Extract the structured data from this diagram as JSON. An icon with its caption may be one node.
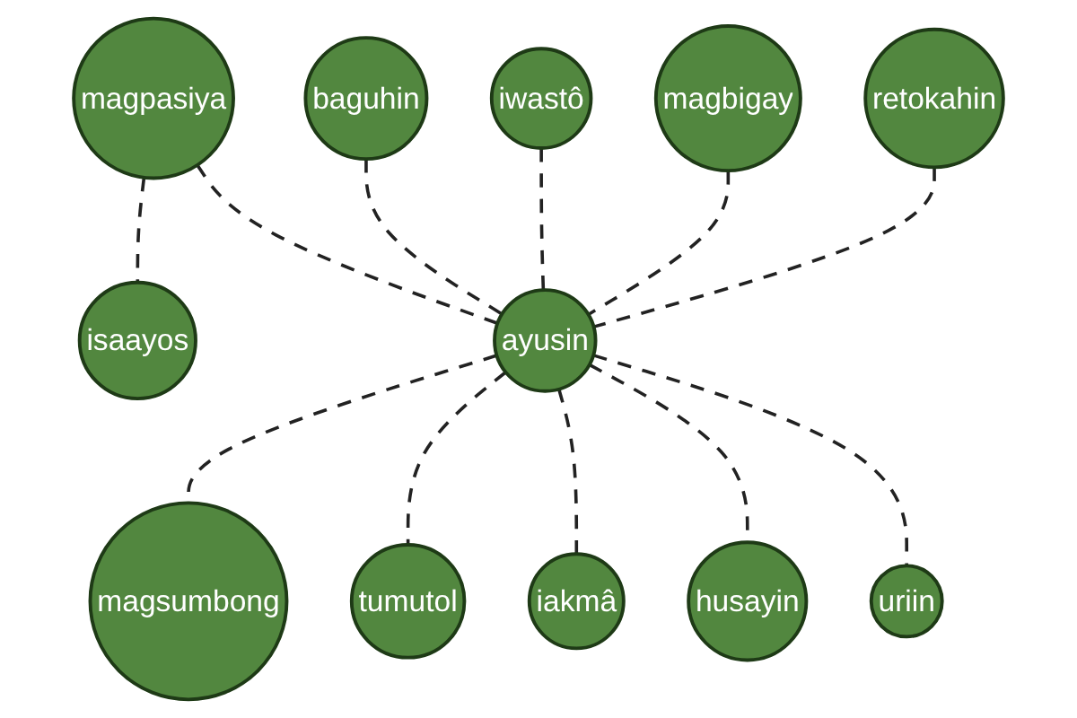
{
  "diagram": {
    "nodes": [
      {
        "text": [
          "iwastô"
        ]
      },
      {
        "text": [
          "baguhin"
        ]
      },
      {
        "text": [
          "magbigay"
        ]
      },
      {
        "text": [
          "magpasiya"
        ]
      },
      {
        "text": [
          "isaayos"
        ]
      },
      {
        "text": [
          "retokahin"
        ]
      },
      {
        "text": [
          "ayusin"
        ]
      },
      {
        "text": [
          "uriin"
        ]
      },
      {
        "text": [
          "husayin"
        ]
      },
      {
        "text": [
          "magsumbong"
        ]
      },
      {
        "text": [
          "tumutol"
        ]
      },
      {
        "text": [
          "iakmâ"
        ]
      }
    ],
    "edges": [
      {
        "from": 5,
        "to": 6,
        "arrow": "none",
        "style": "dashed"
      },
      {
        "from": 2,
        "to": 6,
        "arrow": "none",
        "style": "dashed"
      },
      {
        "from": 0,
        "to": 6,
        "arrow": "none",
        "style": "dashed"
      },
      {
        "from": 1,
        "to": 6,
        "arrow": "none",
        "style": "dashed"
      },
      {
        "from": 3,
        "to": 6,
        "arrow": "none",
        "style": "dashed"
      },
      {
        "from": 3,
        "to": 4,
        "arrow": "none",
        "style": "dashed"
      },
      {
        "from": 6,
        "to": 9,
        "arrow": "none",
        "style": "dashed"
      },
      {
        "from": 6,
        "to": 10,
        "arrow": "none",
        "style": "dashed"
      },
      {
        "from": 6,
        "to": 11,
        "arrow": "none",
        "style": "dashed"
      },
      {
        "from": 6,
        "to": 8,
        "arrow": "none",
        "style": "dashed"
      },
      {
        "from": 6,
        "to": 7,
        "arrow": "none",
        "style": "dashed"
      }
    ]
  }
}
